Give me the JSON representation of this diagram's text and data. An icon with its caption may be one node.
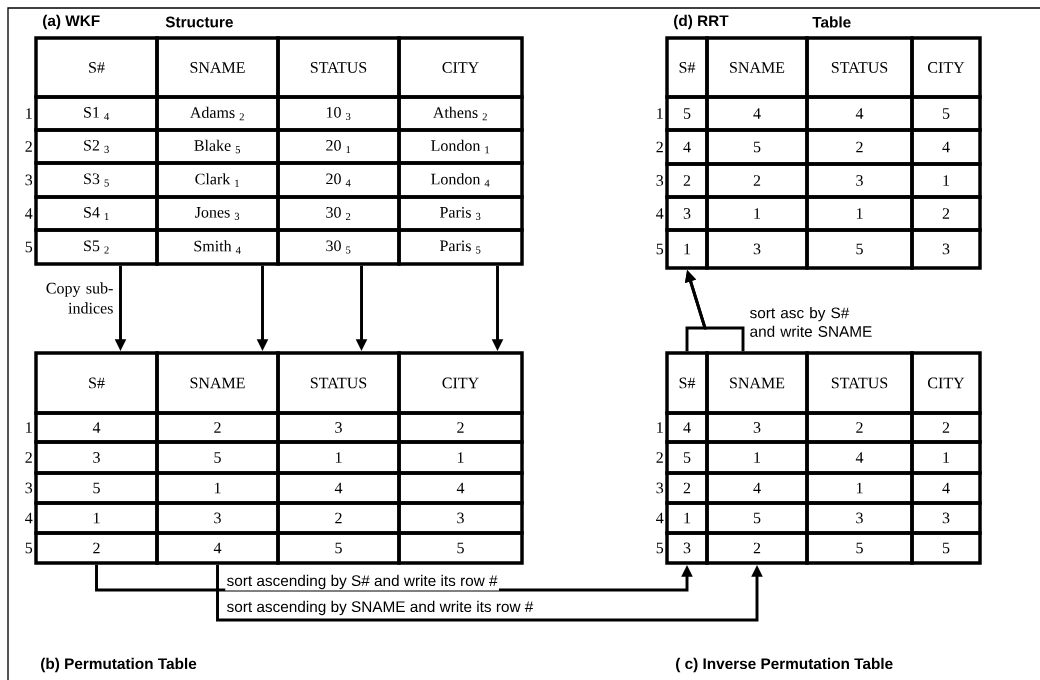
{
  "diagram": {
    "nodes": [
      {
        "text": [
          "S#"
        ]
      },
      {
        "text": [
          "SNAME"
        ]
      },
      {
        "text": [
          "STATUS"
        ]
      },
      {
        "text": [
          "CITY"
        ]
      },
      {
        "text": [
          "S1 $_{4}$"
        ]
      },
      {
        "text": [
          "Adams $_{2}$"
        ]
      },
      {
        "text": [
          "10 $_{3}$"
        ]
      },
      {
        "text": [
          "Athens $_{2}$"
        ]
      },
      {
        "text": [
          "S2 $_{3}$"
        ]
      },
      {
        "text": [
          "Blake $_{5}$"
        ]
      },
      {
        "text": [
          "20 $_{1}$"
        ]
      },
      {
        "text": [
          "London $_{1}$"
        ]
      },
      {
        "text": [
          "S3 $_{5}$"
        ]
      },
      {
        "text": [
          "Clark $_{1}$"
        ]
      },
      {
        "text": [
          "20 $_{4}$"
        ]
      },
      {
        "text": [
          "London $_{4}$"
        ]
      },
      {
        "text": [
          "S4 $_{1}$"
        ]
      },
      {
        "text": [
          "Jones $_{3}$"
        ]
      },
      {
        "text": [
          "30 $_{2}$"
        ]
      },
      {
        "text": [
          "Paris $_{3}$"
        ]
      },
      {
        "text": [
          "S5 $_{2}$"
        ]
      },
      {
        "text": [
          "Smith $_{4}$"
        ]
      },
      {
        "text": [
          "30 $_{5}$"
        ]
      },
      {
        "text": [
          "Paris $_{5}$"
        ]
      },
      {
        "text": [
          "S#"
        ]
      },
      {
        "text": [
          "SNAME"
        ]
      },
      {
        "text": [
          "STATUS"
        ]
      },
      {
        "text": [
          "CITY"
        ]
      },
      {
        "text": [
          "5"
        ]
      },
      {
        "text": [
          "4"
        ]
      },
      {
        "text": [
          "4"
        ]
      },
      {
        "text": [
          "5"
        ]
      },
      {
        "text": [
          "4"
        ]
      },
      {
        "text": [
          "5"
        ]
      },
      {
        "text": [
          "2"
        ]
      },
      {
        "text": [
          "4"
        ]
      },
      {
        "text": [
          "2"
        ]
      },
      {
        "text": [
          "2"
        ]
      },
      {
        "text": [
          "3"
        ]
      },
      {
        "text": [
          "1"
        ]
      },
      {
        "text": [
          "3"
        ]
      },
      {
        "text": [
          "1"
        ]
      },
      {
        "text": [
          "1"
        ]
      },
      {
        "text": [
          "2"
        ]
      },
      {
        "text": [
          "1"
        ]
      },
      {
        "text": [
          "3"
        ]
      },
      {
        "text": [
          "5"
        ]
      },
      {
        "text": [
          "3"
        ]
      },
      {
        "text": [
          "S#"
        ]
      },
      {
        "text": [
          "SNAME"
        ]
      },
      {
        "text": [
          "STATUS"
        ]
      },
      {
        "text": [
          "CITY"
        ]
      },
      {
        "text": [
          "4"
        ]
      },
      {
        "text": [
          "2"
        ]
      },
      {
        "text": [
          "3"
        ]
      },
      {
        "text": [
          "2"
        ]
      },
      {
        "text": [
          "3"
        ]
      },
      {
        "text": [
          "5"
        ]
      },
      {
        "text": [
          "1"
        ]
      },
      {
        "text": [
          "1"
        ]
      },
      {
        "text": [
          "5"
        ]
      },
      {
        "text": [
          "1"
        ]
      },
      {
        "text": [
          "4"
        ]
      },
      {
        "text": [
          "4"
        ]
      },
      {
        "text": [
          "1"
        ]
      },
      {
        "text": [
          "3"
        ]
      },
      {
        "text": [
          "2"
        ]
      },
      {
        "text": [
          "3"
        ]
      },
      {
        "text": [
          "2"
        ]
      },
      {
        "text": [
          "4"
        ]
      },
      {
        "text": [
          "5"
        ]
      },
      {
        "text": [
          "5"
        ]
      },
      {
        "text": [
          "S#"
        ]
      },
      {
        "text": [
          "SNAME"
        ]
      },
      {
        "text": [
          "STATUS"
        ]
      },
      {
        "text": [
          "CITY"
        ]
      },
      {
        "text": [
          "4"
        ]
      },
      {
        "text": [
          "3"
        ]
      },
      {
        "text": [
          "2"
        ]
      },
      {
        "text": [
          "2"
        ]
      },
      {
        "text": [
          "5"
        ]
      },
      {
        "text": [
          "1"
        ]
      },
      {
        "text": [
          "4"
        ]
      },
      {
        "text": [
          "1"
        ]
      },
      {
        "text": [
          "2"
        ]
      },
      {
        "text": [
          "4"
        ]
      },
      {
        "text": [
          "1"
        ]
      },
      {
        "text": [
          "4"
        ]
      },
      {
        "text": [
          "1"
        ]
      },
      {
        "text": [
          "5"
        ]
      },
      {
        "text": [
          "3"
        ]
      },
      {
        "text": [
          "3"
        ]
      },
      {
        "text": [
          "3"
        ]
      },
      {
        "text": [
          "2"
        ]
      },
      {
        "text": [
          "5"
        ]
      },
      {
        "text": [
          "5"
        ]
      }
    ],
    "edges": [
      {
        "from": 20,
        "to": 48,
        "arrow": "to",
        "label": "Copy sub-indices"
      },
      {
        "from": 21,
        "to": 49,
        "arrow": "to"
      },
      {
        "from": 22,
        "to": 50,
        "arrow": "to"
      },
      {
        "from": 23,
        "to": 51,
        "arrow": "to"
      },
      {
        "from": 68,
        "to": 92,
        "arrow": "to",
        "label": "sort ascending by S# and write its row #"
      },
      {
        "from": 69,
        "to": 93,
        "arrow": "to",
        "label": "sort ascending by SNAME and write its row #"
      },
      {
        "from": 72,
        "to": 44,
        "arrow": "to"
      },
      {
        "from": 73,
        "to": 44,
        "arrow": "to",
        "label": "sort asc by S# and write SNAME"
      }
    ],
    "labels": [
      "(a) WKF",
      "Structure",
      "(d) RRT",
      "Table",
      "1",
      "2",
      "3",
      "4",
      "5",
      "1",
      "2",
      "3",
      "4",
      "5",
      "1",
      "2",
      "3",
      "4",
      "5",
      "1",
      "2",
      "3",
      "4",
      "5",
      "(b) Permutation Table",
      "( c) Inverse Permutation Table"
    ]
  }
}
